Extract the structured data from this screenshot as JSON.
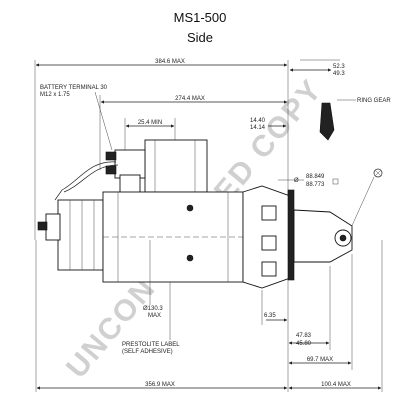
{
  "title": "MS1-500",
  "subtitle": "Side",
  "watermark": "UNCONTROLLED COPY",
  "dimensions": {
    "overall_length": "384.6 MAX",
    "solenoid_reach": "274.4 MAX",
    "min_offset": "25.4 MIN",
    "battery_terminal_line1": "BATTERY TERMINAL 30",
    "battery_terminal_line2": "M12 x 1.75",
    "gear_offset_top": "52.3",
    "gear_offset_bottom": "49.3",
    "ring_gear": "RING GEAR",
    "flange_upper": "14.40",
    "flange_lower": "14.14",
    "pilot_dia_upper": "88.849",
    "pilot_dia_lower": "88.773",
    "body_diameter": "Ø130.3",
    "body_diameter_note": "MAX",
    "small_gap": "6.35",
    "pinion_upper": "47.83",
    "pinion_lower": "45.80",
    "pinion_reach": "69.7 MAX",
    "label_line1": "PRESTOLITE LABEL",
    "label_line2": "(SELF ADHESIVE)",
    "body_length": "356.9 MAX",
    "nose_length": "100.4 MAX"
  }
}
